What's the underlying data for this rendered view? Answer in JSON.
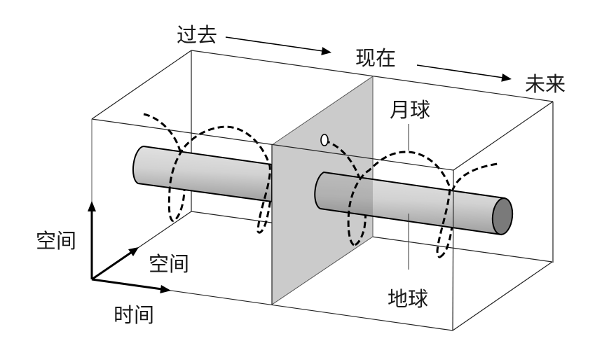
{
  "diagram": {
    "title": "",
    "time_labels": {
      "past": "过去",
      "present": "现在",
      "future": "未来"
    },
    "bodies": {
      "moon": "月球",
      "earth": "地球"
    },
    "axes": {
      "vertical": "空间",
      "depth": "空间",
      "horizontal": "时间"
    }
  },
  "colors": {
    "panel": "#cbcbcb",
    "earth_cap": "#7a7a7a",
    "moon_hole": "#ffffff",
    "orbit": "#000000",
    "lines": "#222222"
  }
}
